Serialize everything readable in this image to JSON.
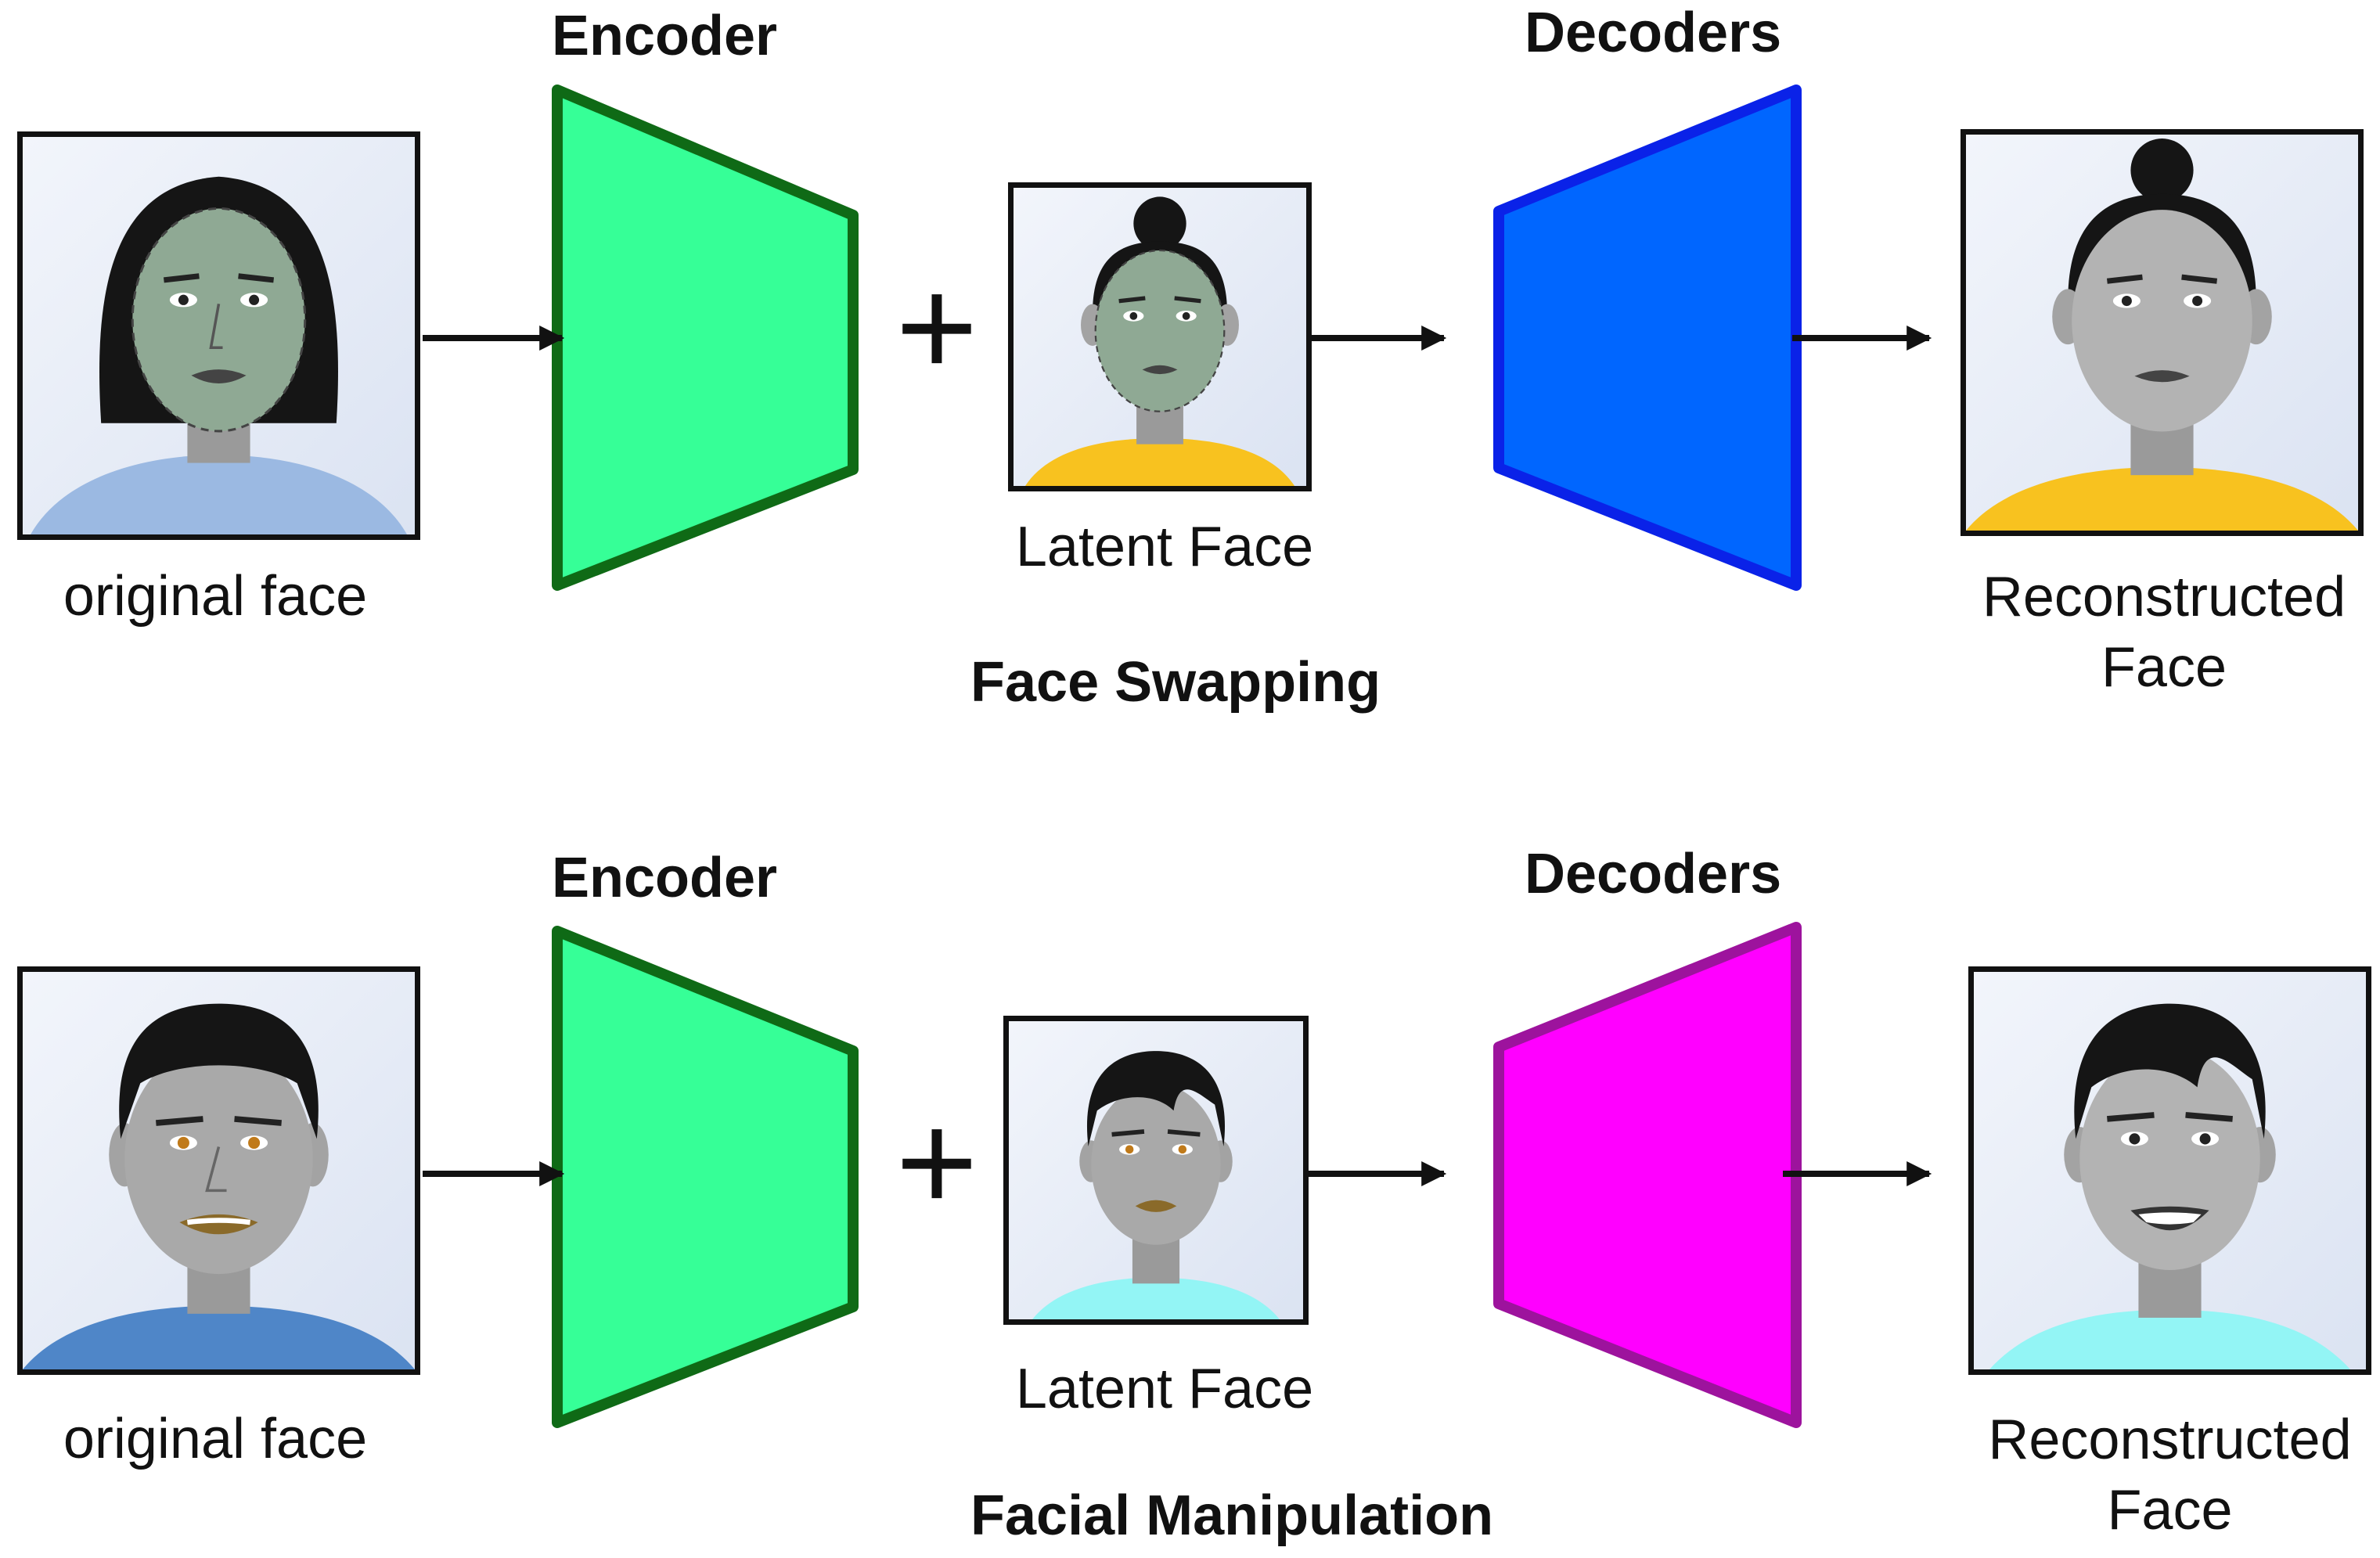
{
  "rows": [
    {
      "title": "Face Swapping",
      "encoder_label": "Encoder",
      "decoder_label": "Decoders",
      "input_caption": "original face",
      "latent_caption": "Latent Face",
      "output_caption_line1": "Reconstructed",
      "output_caption_line2": "Face",
      "plus_symbol": "+",
      "encoder_fill": "#36ff97",
      "encoder_stroke": "#0f6a16",
      "decoder_fill": "#0066ff",
      "decoder_stroke": "#0a22e8"
    },
    {
      "title": "Facial Manipulation",
      "encoder_label": "Encoder",
      "decoder_label": "Decoders",
      "input_caption": "original face",
      "latent_caption": "Latent Face",
      "output_caption_line1": "Reconstructed",
      "output_caption_line2": "Face",
      "plus_symbol": "+",
      "encoder_fill": "#36ff97",
      "encoder_stroke": "#0f6a16",
      "decoder_fill": "#ff00ff",
      "decoder_stroke": "#9d139d"
    }
  ]
}
